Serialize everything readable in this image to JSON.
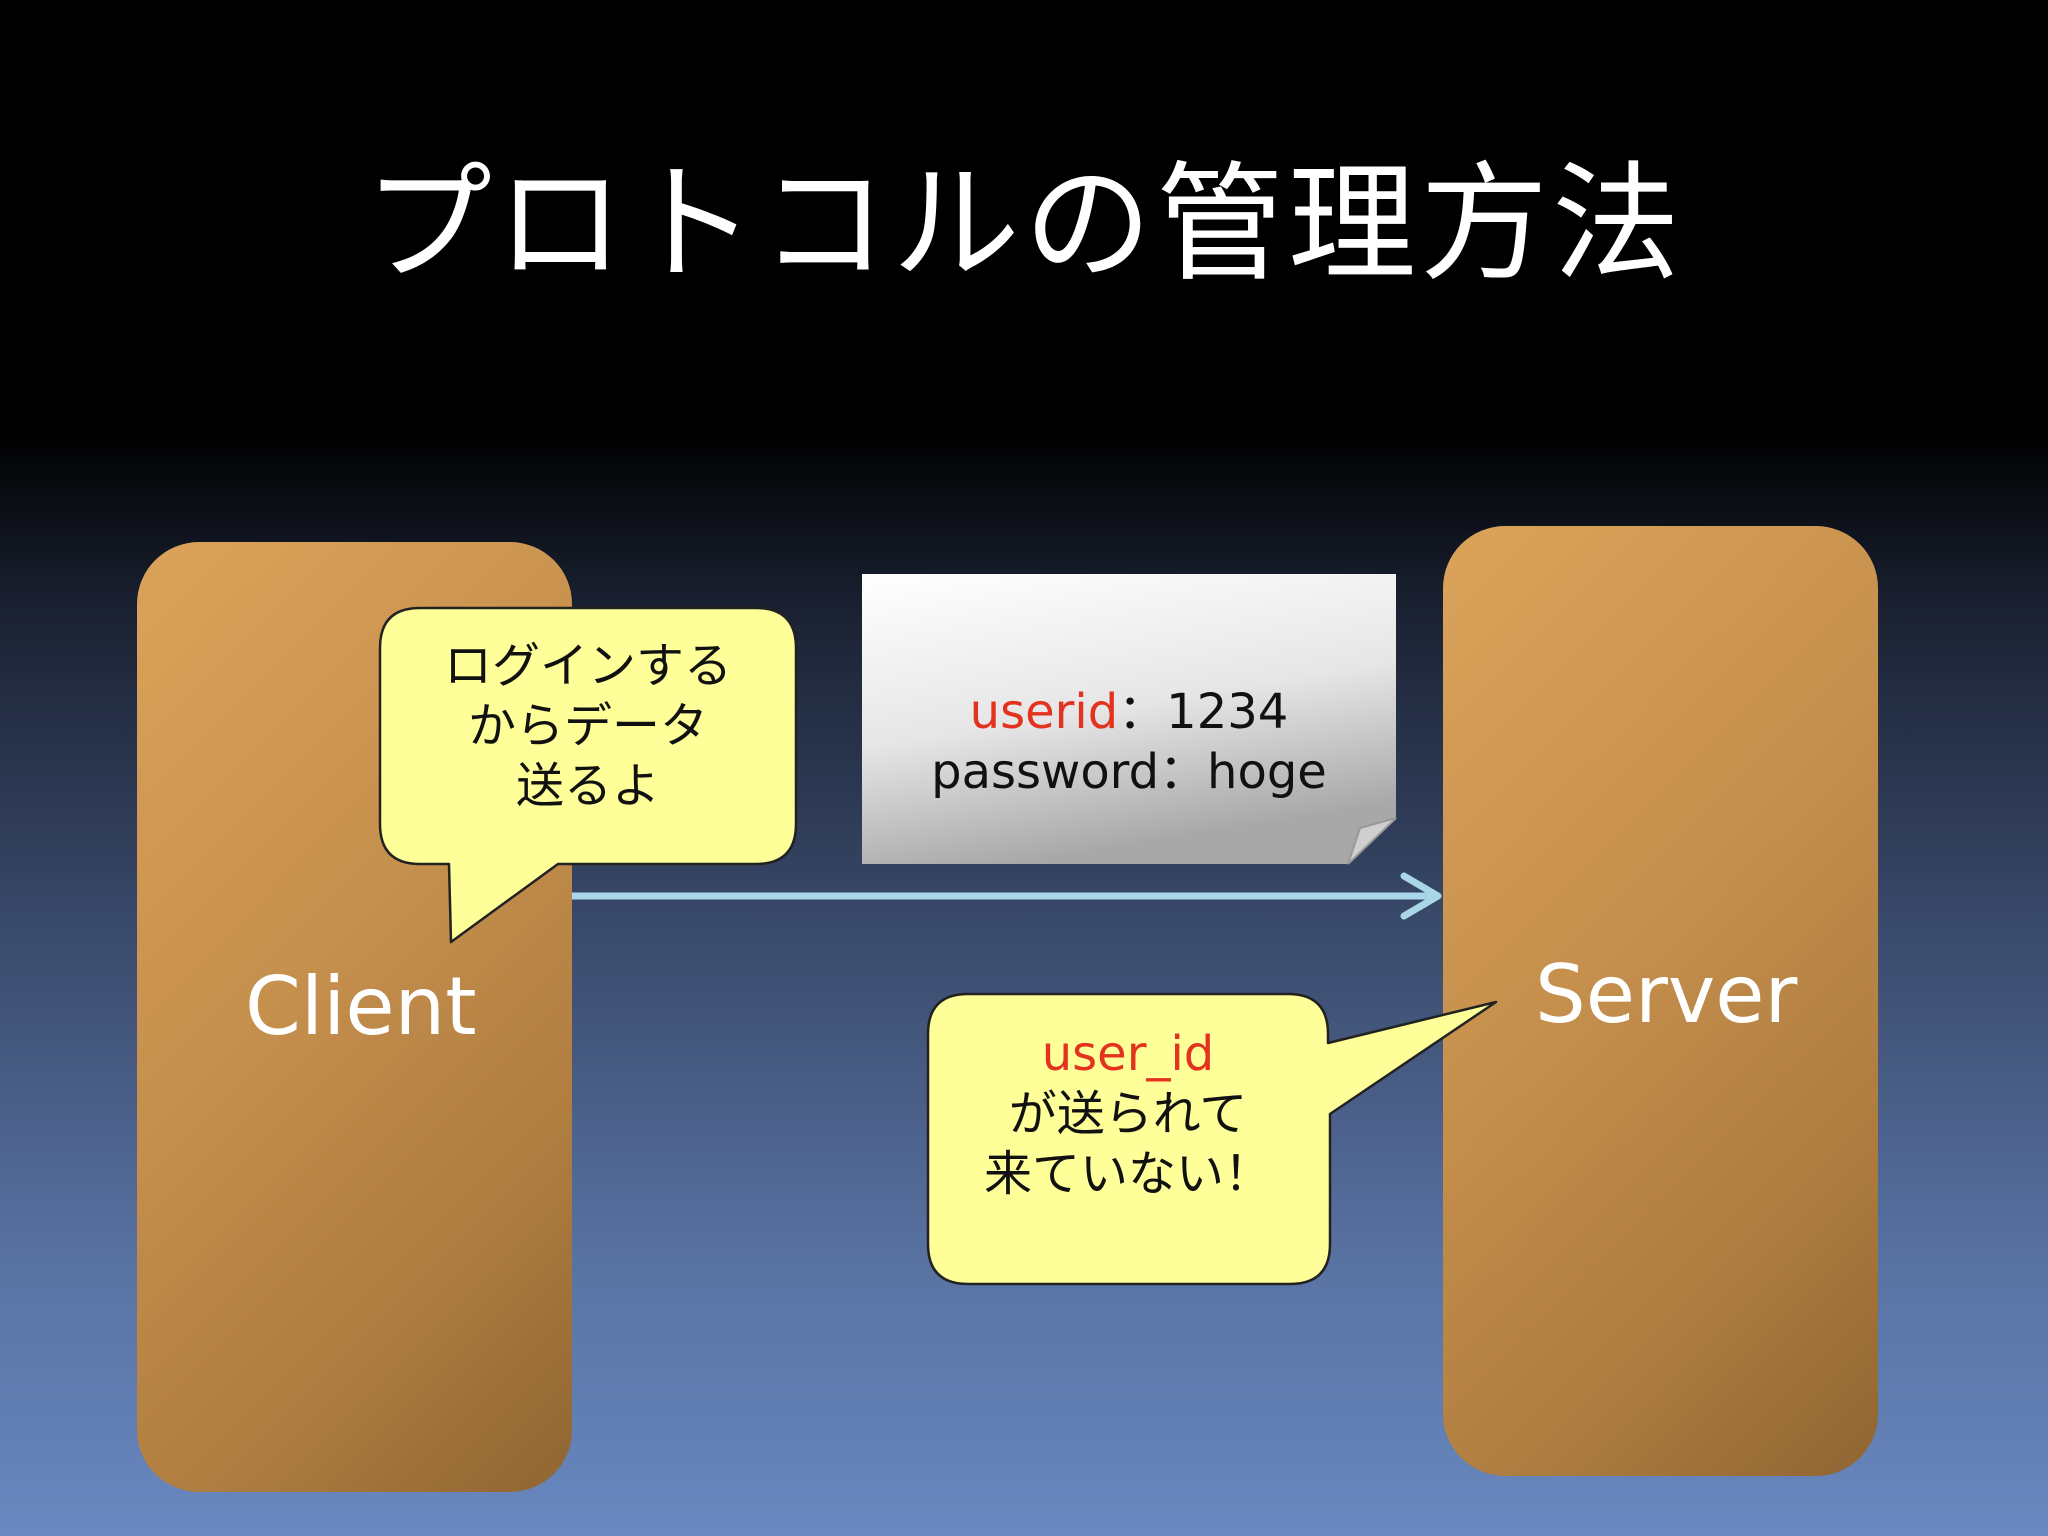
{
  "slide": {
    "title": "プロトコルの管理方法"
  },
  "client": {
    "label": "Client",
    "bubble_lines": [
      "ログインする",
      "からデータ",
      "送るよ"
    ]
  },
  "server": {
    "label": "Server",
    "bubble_highlight": "user_id",
    "bubble_lines": [
      "が送られて",
      "来ていない！"
    ]
  },
  "packet": {
    "userid_key": "userid",
    "userid_sep": "：",
    "userid_value": "1234",
    "password_line": "password：hoge"
  },
  "colors": {
    "node_fill": "#c48e4c",
    "bubble_fill": "#ffff99",
    "arrow": "#a9d7e8",
    "highlight": "#e3321e"
  }
}
